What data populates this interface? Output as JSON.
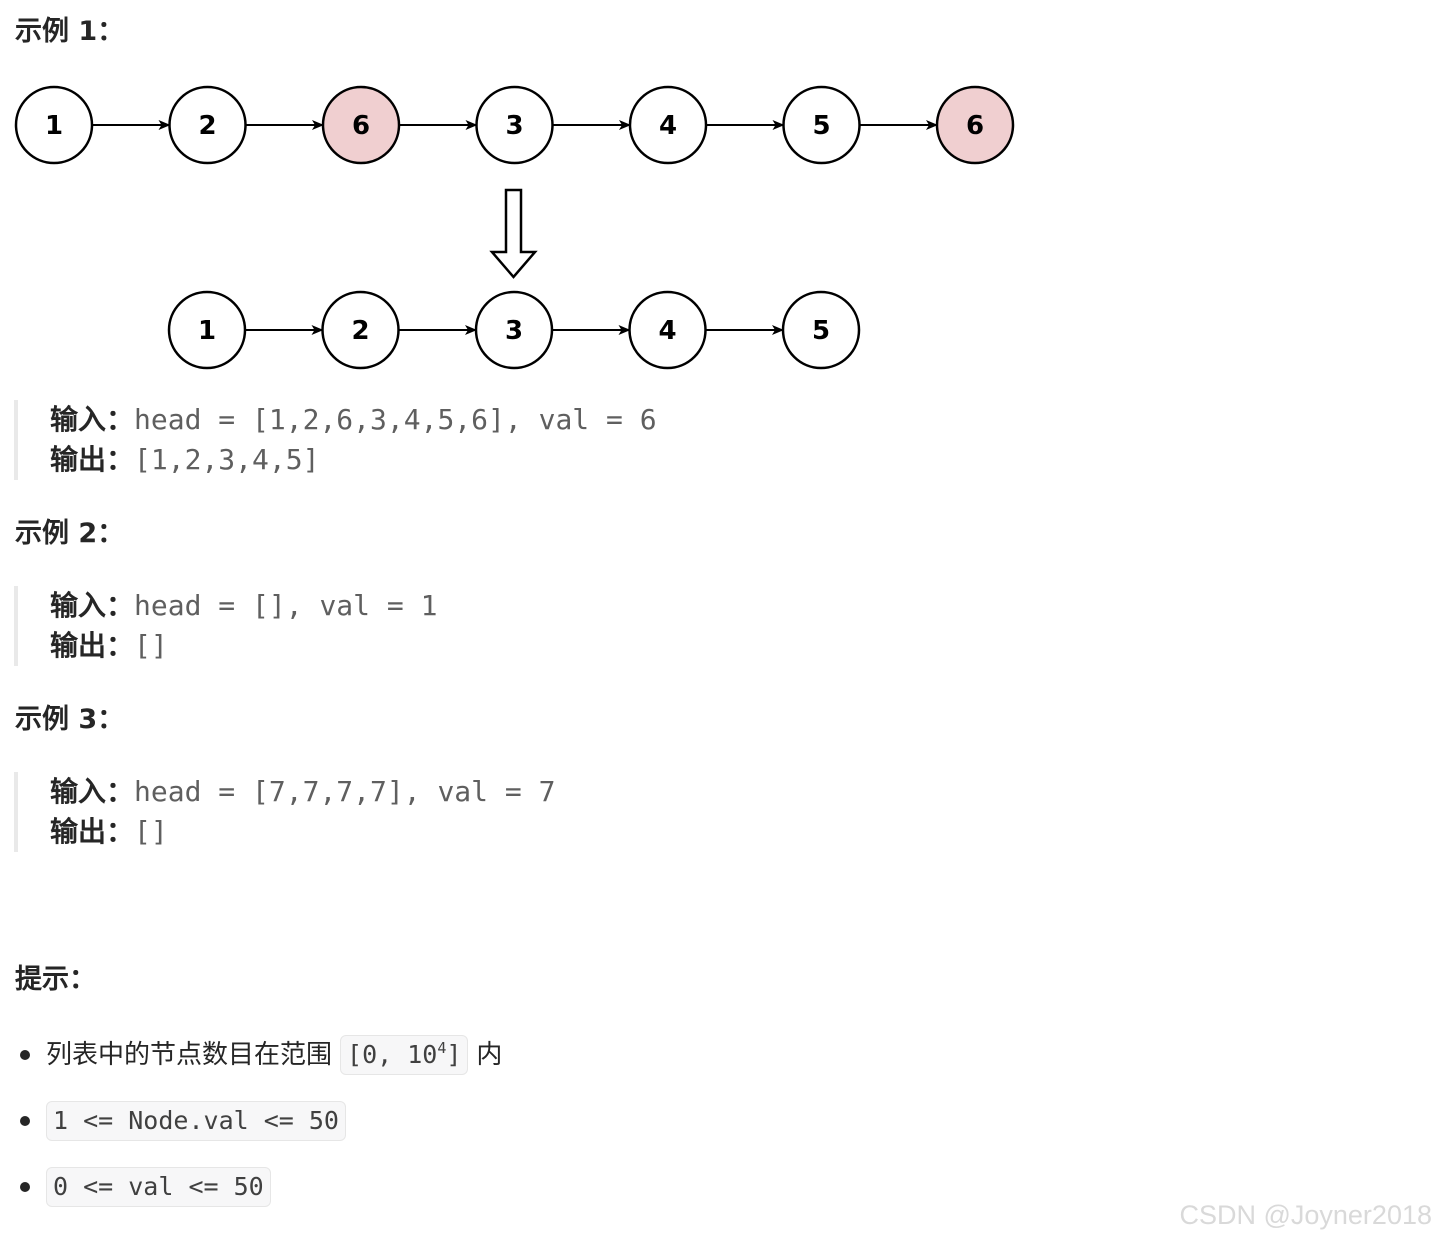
{
  "example1": {
    "heading": "示例 1：",
    "top_list": [
      "1",
      "2",
      "6",
      "3",
      "4",
      "5",
      "6"
    ],
    "top_highlight": [
      false,
      false,
      true,
      false,
      false,
      false,
      true
    ],
    "bottom_list": [
      "1",
      "2",
      "3",
      "4",
      "5"
    ],
    "input_label": "输入：",
    "input_value": "head = [1,2,6,3,4,5,6], val = 6",
    "output_label": "输出：",
    "output_value": "[1,2,3,4,5]"
  },
  "example2": {
    "heading": "示例 2：",
    "input_label": "输入：",
    "input_value": "head = [], val = 1",
    "output_label": "输出：",
    "output_value": "[]"
  },
  "example3": {
    "heading": "示例 3：",
    "input_label": "输入：",
    "input_value": "head = [7,7,7,7], val = 7",
    "output_label": "输出：",
    "output_value": "[]"
  },
  "tips": {
    "heading": "提示：",
    "item1_text": "列表中的节点数目在范围",
    "item1_code": "[0, 10",
    "item1_sup": "4",
    "item1_code_end": "]",
    "item1_suffix": "内",
    "item2_code": "1 <= Node.val <= 50",
    "item3_code": "0 <= val <= 50"
  },
  "colors": {
    "highlight_node": "#f0cfd0",
    "normal_node": "#ffffff",
    "watermark": "#d9d9d9"
  },
  "watermark": "CSDN @Joyner2018"
}
